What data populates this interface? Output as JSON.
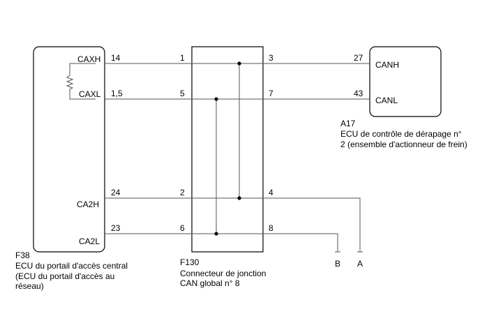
{
  "ecu_f38": {
    "code": "F38",
    "name_lines": [
      "ECU du portail d'accès central",
      "(ECU du portail d'accès au",
      "réseau)"
    ],
    "terminals": [
      "CAXH",
      "CAXL",
      "CA2H",
      "CA2L"
    ],
    "pins": [
      "14",
      "1,5",
      "24",
      "23"
    ]
  },
  "junction_f130": {
    "code": "F130",
    "name_lines": [
      "Connecteur de jonction",
      "CAN global n° 8"
    ],
    "left_pins": [
      "1",
      "5",
      "2",
      "6"
    ],
    "right_pins": [
      "3",
      "7",
      "4",
      "8"
    ]
  },
  "ecu_a17": {
    "code": "A17",
    "name_lines": [
      "ECU de contrôle de dérapage n°",
      "2 (ensemble d'actionneur de frein)"
    ],
    "terminals": [
      "CANH",
      "CANL"
    ],
    "pins": [
      "27",
      "43"
    ]
  },
  "outputs": [
    "B",
    "A"
  ]
}
